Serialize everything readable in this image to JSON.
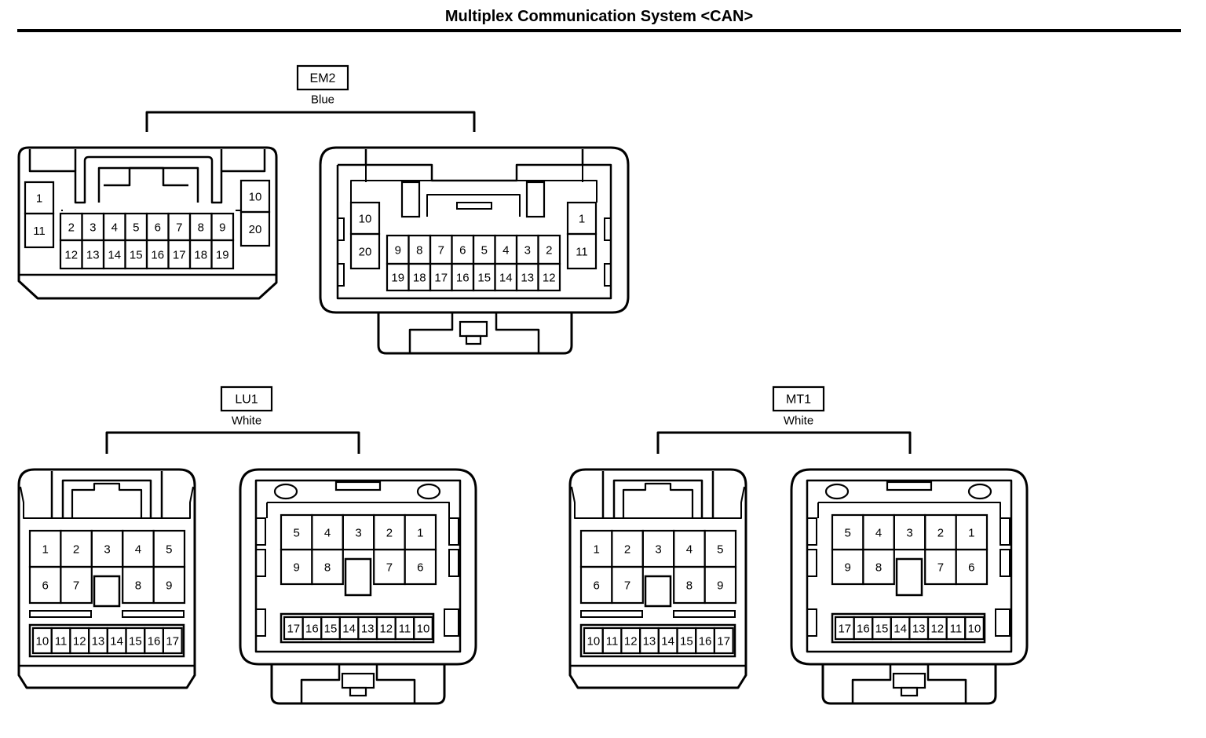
{
  "title": "Multiplex Communication System <CAN>",
  "connectors": {
    "em2": {
      "code": "EM2",
      "color": "Blue",
      "female": {
        "left_top": "1",
        "left_bottom": "11",
        "right_top": "10",
        "right_bottom": "20",
        "center_top": [
          "2",
          "3",
          "4",
          "5",
          "6",
          "7",
          "8",
          "9"
        ],
        "center_bottom": [
          "12",
          "13",
          "14",
          "15",
          "16",
          "17",
          "18",
          "19"
        ]
      },
      "male": {
        "left_top": "10",
        "left_bottom": "20",
        "right_top": "1",
        "right_bottom": "11",
        "center_top": [
          "9",
          "8",
          "7",
          "6",
          "5",
          "4",
          "3",
          "2"
        ],
        "center_bottom": [
          "19",
          "18",
          "17",
          "16",
          "15",
          "14",
          "13",
          "12"
        ]
      }
    },
    "lu1": {
      "code": "LU1",
      "color": "White",
      "female": {
        "row1": [
          "1",
          "2",
          "3",
          "4",
          "5"
        ],
        "row2": [
          "6",
          "7",
          "",
          "8",
          "9"
        ],
        "row3": [
          "10",
          "11",
          "12",
          "13",
          "14",
          "15",
          "16",
          "17"
        ]
      },
      "male": {
        "row1": [
          "5",
          "4",
          "3",
          "2",
          "1"
        ],
        "row2": [
          "9",
          "8",
          "",
          "7",
          "6"
        ],
        "row3": [
          "17",
          "16",
          "15",
          "14",
          "13",
          "12",
          "11",
          "10"
        ]
      }
    },
    "mt1": {
      "code": "MT1",
      "color": "White",
      "female": {
        "row1": [
          "1",
          "2",
          "3",
          "4",
          "5"
        ],
        "row2": [
          "6",
          "7",
          "",
          "8",
          "9"
        ],
        "row3": [
          "10",
          "11",
          "12",
          "13",
          "14",
          "15",
          "16",
          "17"
        ]
      },
      "male": {
        "row1": [
          "5",
          "4",
          "3",
          "2",
          "1"
        ],
        "row2": [
          "9",
          "8",
          "",
          "7",
          "6"
        ],
        "row3": [
          "17",
          "16",
          "15",
          "14",
          "13",
          "12",
          "11",
          "10"
        ]
      }
    }
  }
}
